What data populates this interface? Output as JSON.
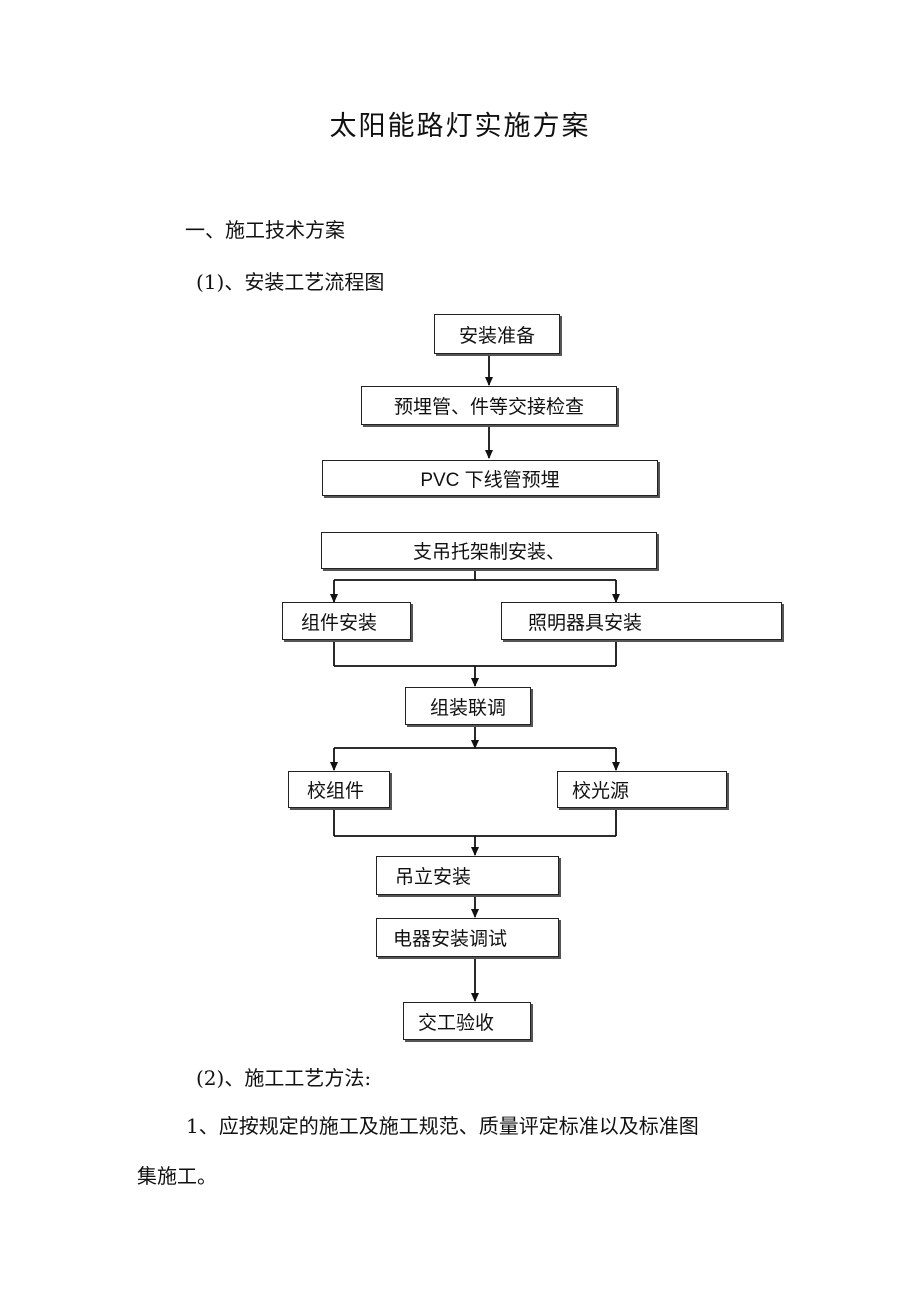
{
  "title": "太阳能路灯实施方案",
  "section1": "一、施工技术方案",
  "sub1": "(1)、安装工艺流程图",
  "flow": {
    "n1": "安装准备",
    "n2": "预埋管、件等交接检查",
    "n3": "PVC 下线管预埋",
    "n4": "支吊托架制安装、",
    "n5": "组件安装",
    "n6": "照明器具安装",
    "n7": "组装联调",
    "n8": "校组件",
    "n9": "校光源",
    "n10": "吊立安装",
    "n11": "电器安装调试",
    "n12": "交工验收"
  },
  "sub2": "(2)、施工工艺方法:",
  "para1": "1、应按规定的施工及施工规范、质量评定标准以及标准图",
  "para2": "集施工。"
}
